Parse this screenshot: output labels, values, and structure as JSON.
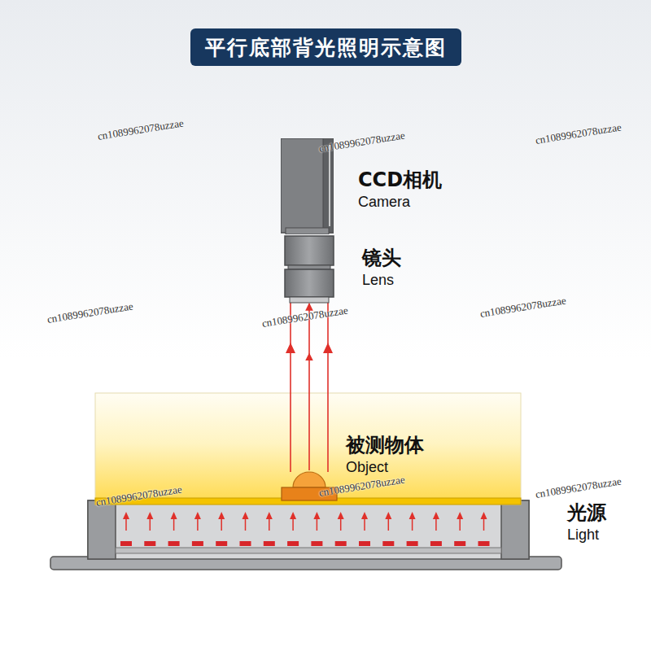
{
  "diagram": {
    "title": "平行底部背光照明示意图",
    "nodes": [
      {
        "text": [
          "CCD相机",
          "Camera"
        ]
      },
      {
        "text": [
          "镜头",
          "Lens"
        ]
      },
      {
        "text": [
          "被测物体",
          "Object"
        ]
      },
      {
        "text": [
          "光源",
          "Light"
        ]
      }
    ],
    "edges": [
      {
        "from": 2,
        "to": 1,
        "arrow": "to"
      }
    ],
    "labels": [
      "cn1089962078uzzae",
      "cn1089962078uzzae",
      "cn1089962078uzzae",
      "cn1089962078uzzae",
      "cn1089962078uzzae",
      "cn1089962078uzzae",
      "cn1089962078uzzae",
      "cn1089962078uzzae",
      "cn1089962078uzzae"
    ]
  }
}
